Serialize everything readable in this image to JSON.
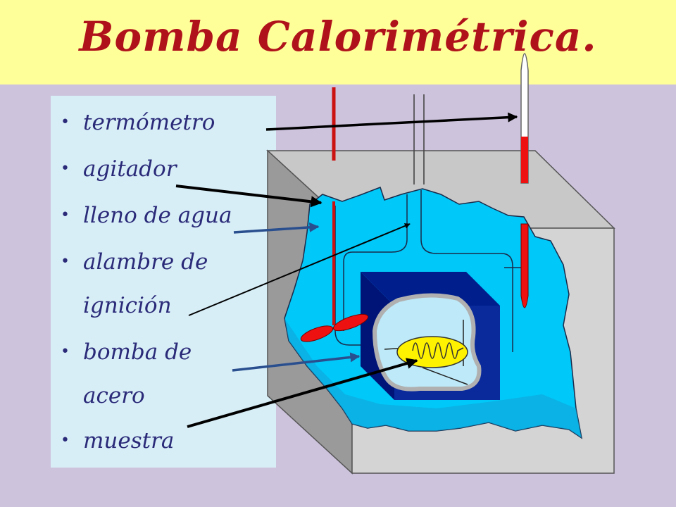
{
  "title": "Bomba Calorimétrica.",
  "labels": [
    {
      "id": "thermometer",
      "lines": [
        "termómetro"
      ]
    },
    {
      "id": "stirrer",
      "lines": [
        "agitador"
      ]
    },
    {
      "id": "water",
      "lines": [
        "lleno de agua"
      ]
    },
    {
      "id": "ignition-wire",
      "lines": [
        "alambre de",
        "ignición"
      ]
    },
    {
      "id": "steel-bomb",
      "lines": [
        "bomba de",
        "acero"
      ]
    },
    {
      "id": "sample",
      "lines": [
        "muestra"
      ]
    }
  ],
  "colors": {
    "title": "#b0121b",
    "title_band": "#ffff99",
    "background": "#cdc3dd",
    "label_panel": "#d7eef7",
    "label_text": "#2a2a78",
    "water": "#00c8f8",
    "bomb": "#001e8c",
    "sample_cup": "#fff200",
    "thermometer_red": "#ee1111",
    "arrow_black": "#000000",
    "arrow_blue": "#2a4f8f"
  }
}
